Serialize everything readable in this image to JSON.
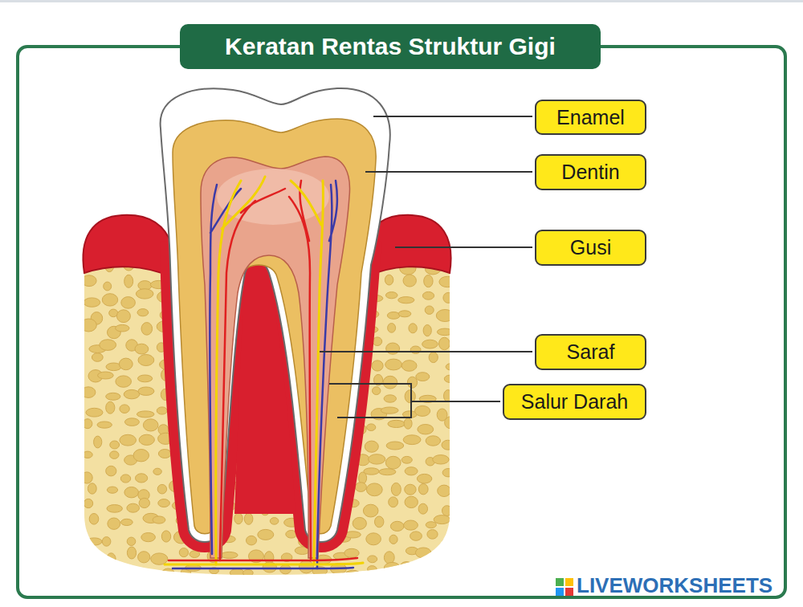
{
  "diagram": {
    "title": "Keratan Rentas Struktur Gigi",
    "nodes": [
      {
        "text": [
          "Enamel"
        ]
      },
      {
        "text": [
          "Dentin"
        ]
      },
      {
        "text": [
          "Gusi"
        ]
      },
      {
        "text": [
          "Saraf"
        ]
      },
      {
        "text": [
          "Salur Darah"
        ]
      }
    ],
    "labels": [
      "LIVEWORKSHEETS"
    ]
  }
}
